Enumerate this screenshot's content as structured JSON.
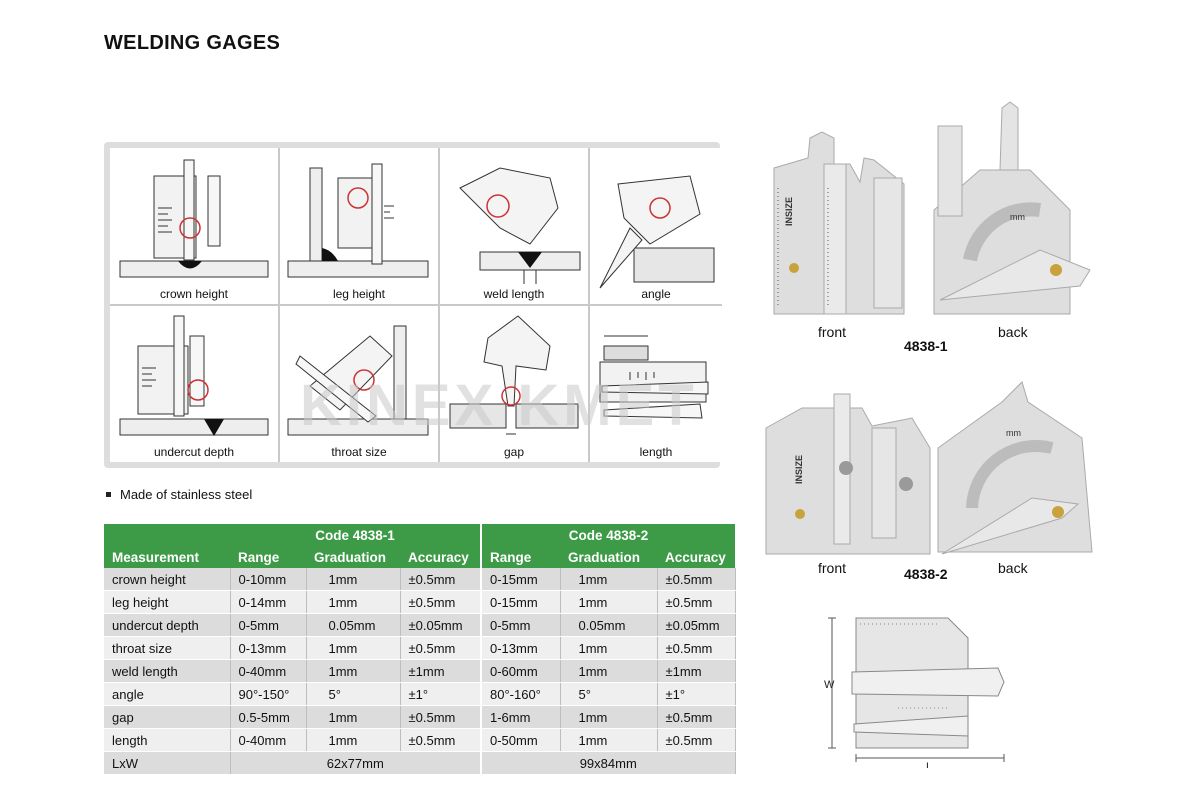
{
  "page_title": "WELDING GAGES",
  "watermark": "KINEX KMET",
  "usage_diagrams": [
    {
      "caption": "crown height"
    },
    {
      "caption": "leg height"
    },
    {
      "caption": "weld length"
    },
    {
      "caption": "angle"
    },
    {
      "caption": "undercut depth"
    },
    {
      "caption": "throat size"
    },
    {
      "caption": "gap"
    },
    {
      "caption": "length"
    }
  ],
  "note": "Made of stainless steel",
  "spec_table": {
    "codes": [
      "Code 4838-1",
      "Code 4838-2"
    ],
    "headers": [
      "Measurement",
      "Range",
      "Graduation",
      "Accuracy",
      "Range",
      "Graduation",
      "Accuracy"
    ],
    "rows": [
      [
        "crown height",
        "0-10mm",
        "1mm",
        "±0.5mm",
        "0-15mm",
        "1mm",
        "±0.5mm"
      ],
      [
        "leg height",
        "0-14mm",
        "1mm",
        "±0.5mm",
        "0-15mm",
        "1mm",
        "±0.5mm"
      ],
      [
        "undercut depth",
        "0-5mm",
        "0.05mm",
        "±0.05mm",
        "0-5mm",
        "0.05mm",
        "±0.05mm"
      ],
      [
        "throat size",
        "0-13mm",
        "1mm",
        "±0.5mm",
        "0-13mm",
        "1mm",
        "±0.5mm"
      ],
      [
        "weld length",
        "0-40mm",
        "1mm",
        "±1mm",
        "0-60mm",
        "1mm",
        "±1mm"
      ],
      [
        "angle",
        "90°-150°",
        "5°",
        "±1°",
        "80°-160°",
        "5°",
        "±1°"
      ],
      [
        "gap",
        "0.5-5mm",
        "1mm",
        "±0.5mm",
        "1-6mm",
        "1mm",
        "±0.5mm"
      ],
      [
        "length",
        "0-40mm",
        "1mm",
        "±0.5mm",
        "0-50mm",
        "1mm",
        "±0.5mm"
      ]
    ],
    "size_row": {
      "label": "LxW",
      "size_1": "62x77mm",
      "size_2": "99x84mm"
    }
  },
  "products": [
    {
      "model": "4838-1",
      "front_label": "front",
      "back_label": "back",
      "brand": "INSIZE",
      "scale_mark": "mm"
    },
    {
      "model": "4838-2",
      "front_label": "front",
      "back_label": "back",
      "brand": "INSIZE",
      "scale_mark": "mm"
    }
  ],
  "dimension_drawing": {
    "width_label": "W",
    "length_label": "L"
  }
}
